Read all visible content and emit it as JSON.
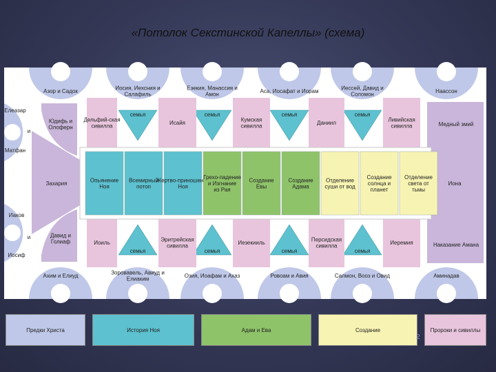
{
  "title": "«Потолок Секстинской Капеллы» (схема)",
  "colors": {
    "ancestors": "#bfc8e8",
    "ancestors_dark": "#9ba6d6",
    "noah": "#5dc1cf",
    "adam": "#8fc36a",
    "creation": "#f7f3b2",
    "prophets": "#e8c5dd",
    "prophet_band": "#c9b6da",
    "frame": "#ffffff"
  },
  "top_medallions": [
    "Азор и Садок",
    "Иосия, Иехсния и Салафиль",
    "Езекия, Манассия и Амон",
    "Аса, Иосафат и Иорам",
    "Иессей, Давид и Соломон",
    "Наассон"
  ],
  "bottom_medallions": [
    "Ахим и Елиуд",
    "Зоровавель, Авиуд и Елиаким",
    "Озия, Иоафам и Ахаз",
    "Ровоам и Авия",
    "Салмон, Вооз и Овид",
    "Аминадав"
  ],
  "semya": "семья",
  "top_prophets": [
    "Дельфий-ская сивилла",
    "Исайя",
    "Кумская сивилла",
    "Даниил",
    "Ливийская сивилла"
  ],
  "bottom_prophets": [
    "Иоиль",
    "Эритрейская сивилла",
    "Иезекииль",
    "Персидская сивилла",
    "Иеремия"
  ],
  "left": {
    "top_circle": [
      "Елеазар",
      "и",
      "Матфан"
    ],
    "top_pend": "Юдифь и Олоферн",
    "band": "Захария",
    "bottom_circle": [
      "Иаков",
      "и",
      "Иосиф"
    ],
    "bottom_pend": "Давид и Голиаф"
  },
  "right": {
    "top_pend": "Медный змий",
    "band": "Иона",
    "bottom_pend": "Наказание Амана"
  },
  "center_panels": [
    {
      "text": "Опьянение Ноя",
      "group": "noah"
    },
    {
      "text": "Всемирный потоп",
      "group": "noah"
    },
    {
      "text": "Жертво-приношение Ноя",
      "group": "noah"
    },
    {
      "text": "Грехо-падение и Изгнание из Рая",
      "group": "adam"
    },
    {
      "text": "Создание Евы",
      "group": "adam"
    },
    {
      "text": "Создание Адама",
      "group": "adam"
    },
    {
      "text": "Отделение суши от вод",
      "group": "creation"
    },
    {
      "text": "Создание солнца и планет",
      "group": "creation"
    },
    {
      "text": "Отделение света от тьмы",
      "group": "creation"
    }
  ],
  "legend": [
    {
      "label": "Предки Христа",
      "group": "ancestors"
    },
    {
      "label": "История Ноя",
      "group": "noah"
    },
    {
      "label": "Адам и Ева",
      "group": "adam"
    },
    {
      "label": "Создание",
      "group": "creation"
    },
    {
      "label": "Пророки и сивиллы",
      "group": "prophets"
    }
  ],
  "page_number": "2"
}
